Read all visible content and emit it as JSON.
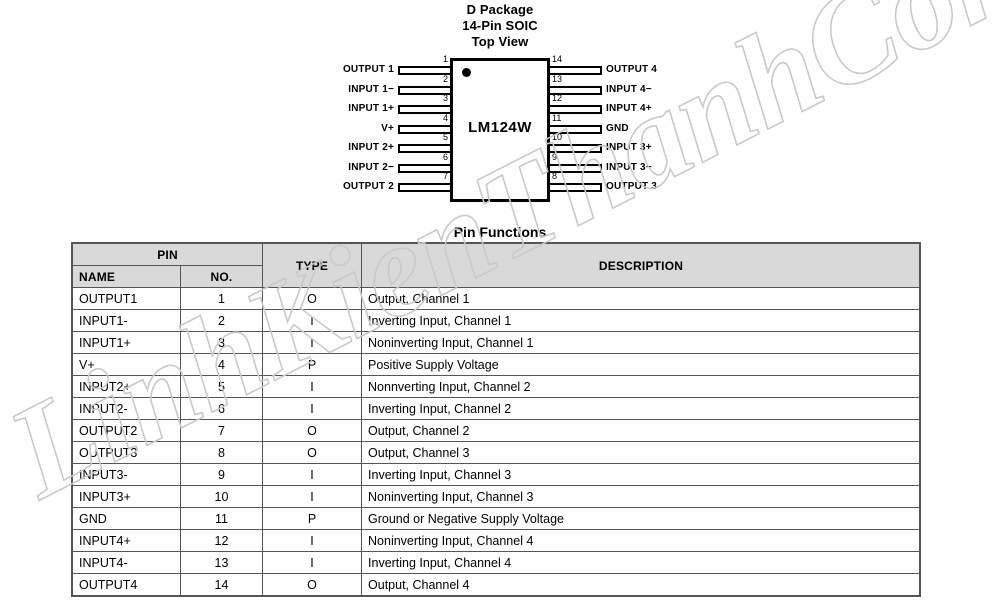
{
  "package": {
    "title_lines": [
      "D Package",
      "14-Pin SOIC",
      "Top View"
    ],
    "chip_label": "LM124W",
    "pins_left": [
      {
        "num": "1",
        "label": "OUTPUT 1"
      },
      {
        "num": "2",
        "label": "INPUT 1−"
      },
      {
        "num": "3",
        "label": "INPUT 1+"
      },
      {
        "num": "4",
        "label": "V+"
      },
      {
        "num": "5",
        "label": "INPUT 2+"
      },
      {
        "num": "6",
        "label": "INPUT 2−"
      },
      {
        "num": "7",
        "label": "OUTPUT 2"
      }
    ],
    "pins_right": [
      {
        "num": "14",
        "label": "OUTPUT 4"
      },
      {
        "num": "13",
        "label": "INPUT 4−"
      },
      {
        "num": "12",
        "label": "INPUT 4+"
      },
      {
        "num": "11",
        "label": "GND"
      },
      {
        "num": "10",
        "label": "INPUT 3+"
      },
      {
        "num": "9",
        "label": "INPUT 3−"
      },
      {
        "num": "8",
        "label": "OUTPUT 3"
      }
    ]
  },
  "table": {
    "title": "Pin Functions",
    "group_header": "PIN",
    "headers": {
      "name": "NAME",
      "no": "NO.",
      "type": "TYPE",
      "description": "DESCRIPTION"
    },
    "rows": [
      {
        "name": "OUTPUT1",
        "no": "1",
        "type": "O",
        "description": "Output, Channel 1"
      },
      {
        "name": "INPUT1-",
        "no": "2",
        "type": "I",
        "description": "Inverting Input, Channel 1"
      },
      {
        "name": "INPUT1+",
        "no": "3",
        "type": "I",
        "description": "Noninverting Input, Channel 1"
      },
      {
        "name": "V+",
        "no": "4",
        "type": "P",
        "description": "Positive Supply Voltage"
      },
      {
        "name": "INPUT2+",
        "no": "5",
        "type": "I",
        "description": "Nonnverting Input, Channel 2"
      },
      {
        "name": "INPUT2-",
        "no": "6",
        "type": "I",
        "description": "Inverting Input, Channel 2"
      },
      {
        "name": "OUTPUT2",
        "no": "7",
        "type": "O",
        "description": "Output, Channel 2"
      },
      {
        "name": "OUTPUT3",
        "no": "8",
        "type": "O",
        "description": "Output, Channel 3"
      },
      {
        "name": "INPUT3-",
        "no": "9",
        "type": "I",
        "description": "Inverting Input, Channel 3"
      },
      {
        "name": "INPUT3+",
        "no": "10",
        "type": "I",
        "description": "Noninverting Input, Channel 3"
      },
      {
        "name": "GND",
        "no": "11",
        "type": "P",
        "description": "Ground or Negative Supply Voltage"
      },
      {
        "name": "INPUT4+",
        "no": "12",
        "type": "I",
        "description": "Noninverting Input, Channel 4"
      },
      {
        "name": "INPUT4-",
        "no": "13",
        "type": "I",
        "description": "Inverting Input, Channel 4"
      },
      {
        "name": "OUTPUT4",
        "no": "14",
        "type": "O",
        "description": "Output, Channel 4"
      }
    ]
  },
  "watermark": {
    "text": "LinhKienThanhCong.vn",
    "color": "#c9c9c9"
  },
  "colors": {
    "header_fill": "#d9d9d9",
    "border": "#555555",
    "text": "#000000",
    "page_background": "#ffffff"
  }
}
